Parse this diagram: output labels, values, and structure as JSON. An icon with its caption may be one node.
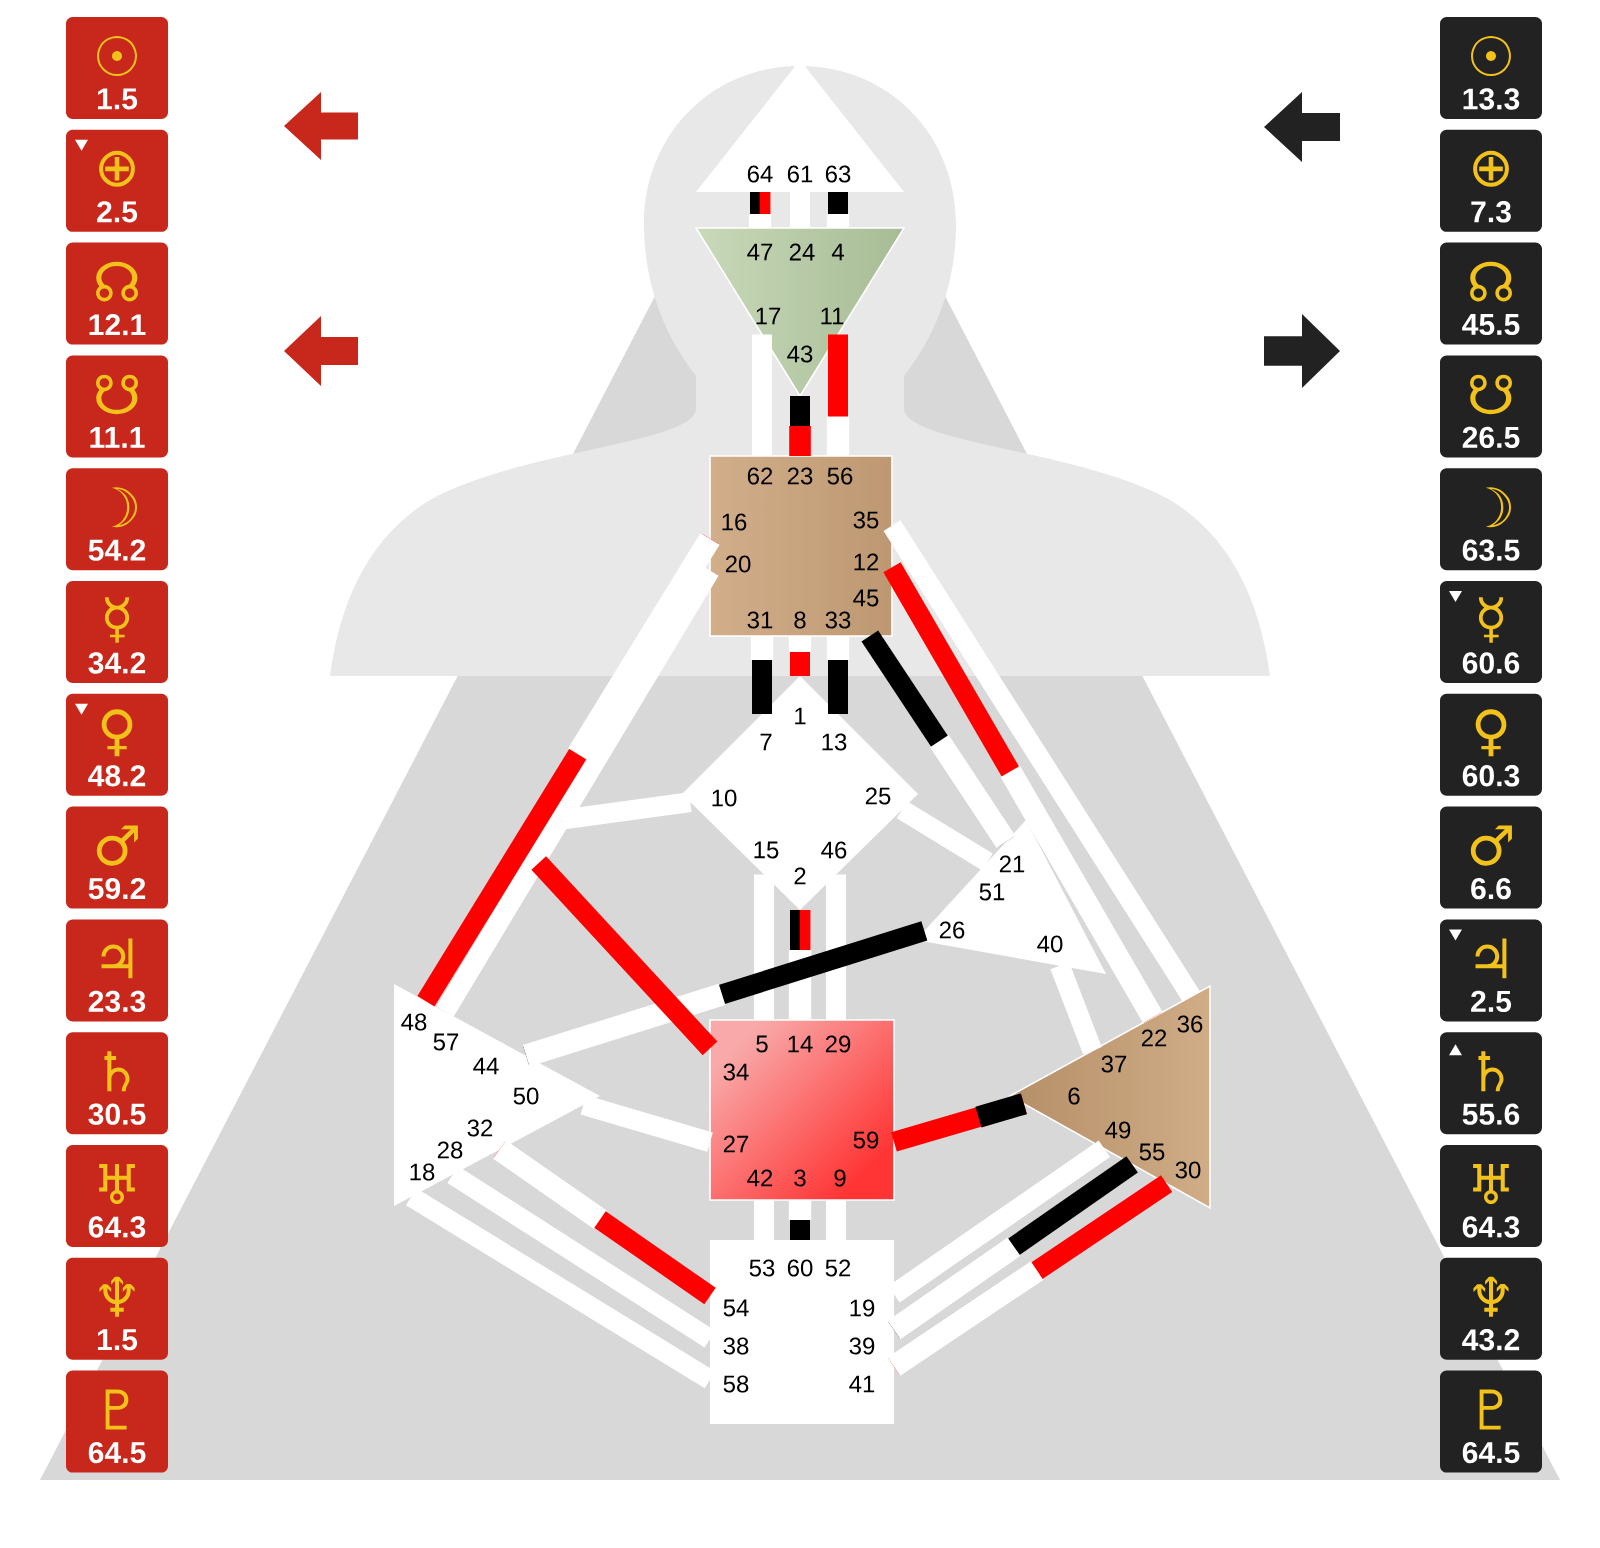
{
  "diagram": {
    "nodes": [
      {
        "text": [
          "☉",
          "1.5"
        ]
      },
      {
        "text": [
          "⊕",
          "2.5"
        ]
      },
      {
        "text": [
          "☊",
          "12.1"
        ]
      },
      {
        "text": [
          "☋",
          "11.1"
        ]
      },
      {
        "text": [
          "☽",
          "54.2"
        ]
      },
      {
        "text": [
          "☿",
          "34.2"
        ]
      },
      {
        "text": [
          "♀",
          "48.2"
        ]
      },
      {
        "text": [
          "♂",
          "59.2"
        ]
      },
      {
        "text": [
          "♃",
          "23.3"
        ]
      },
      {
        "text": [
          "♄",
          "30.5"
        ]
      },
      {
        "text": [
          "♅",
          "64.3"
        ]
      },
      {
        "text": [
          "♆",
          "1.5"
        ]
      },
      {
        "text": [
          "♇",
          "64.5"
        ]
      },
      {
        "text": [
          "64",
          "61",
          "63"
        ]
      },
      {
        "text": [
          "47",
          "24",
          "4",
          "17",
          "11",
          "43"
        ]
      },
      {
        "text": [
          "62",
          "23",
          "56",
          "16",
          "35",
          "20",
          "12",
          "45",
          "31",
          "8",
          "33"
        ]
      },
      {
        "text": [
          "1",
          "7",
          "13",
          "10",
          "25",
          "15",
          "46",
          "2"
        ]
      },
      {
        "text": [
          "21",
          "51",
          "26",
          "40"
        ]
      },
      {
        "text": [
          "48",
          "57",
          "44",
          "50",
          "32",
          "28",
          "18"
        ]
      },
      {
        "text": [
          "5",
          "14",
          "29",
          "34",
          "27",
          "59",
          "42",
          "3",
          "9"
        ]
      },
      {
        "text": [
          "36",
          "22",
          "37",
          "6",
          "49",
          "55",
          "30"
        ]
      },
      {
        "text": [
          "53",
          "60",
          "52",
          "54",
          "19",
          "38",
          "39",
          "58",
          "41"
        ]
      },
      {
        "text": [
          "☉",
          "13.3"
        ]
      },
      {
        "text": [
          "⊕",
          "7.3"
        ]
      },
      {
        "text": [
          "☊",
          "45.5"
        ]
      },
      {
        "text": [
          "☋",
          "26.5"
        ]
      },
      {
        "text": [
          "☽",
          "63.5"
        ]
      },
      {
        "text": [
          "☿",
          "60.6"
        ]
      },
      {
        "text": [
          "♀",
          "60.3"
        ]
      },
      {
        "text": [
          "♂",
          "6.6"
        ]
      },
      {
        "text": [
          "♃",
          "2.5"
        ]
      },
      {
        "text": [
          "♄",
          "55.6"
        ]
      },
      {
        "text": [
          "♅",
          "64.3"
        ]
      },
      {
        "text": [
          "♆",
          "43.2"
        ]
      },
      {
        "text": [
          "♇",
          "64.5"
        ]
      }
    ],
    "edges": [
      {
        "from": 13,
        "to": 14,
        "arrow": "none",
        "color": "#000000"
      },
      {
        "from": 13,
        "to": 14,
        "arrow": "none"
      },
      {
        "from": 13,
        "to": 14,
        "arrow": "none",
        "color": "#000000"
      },
      {
        "from": 14,
        "to": 15,
        "arrow": "none"
      },
      {
        "from": 14,
        "to": 15,
        "arrow": "none",
        "color": "#000000"
      },
      {
        "from": 14,
        "to": 15,
        "arrow": "none",
        "color": "#ff0000"
      },
      {
        "from": 15,
        "to": 16,
        "arrow": "none",
        "color": "#000000"
      },
      {
        "from": 15,
        "to": 16,
        "arrow": "none",
        "color": "#ff0000"
      },
      {
        "from": 15,
        "to": 16,
        "arrow": "none",
        "color": "#000000"
      },
      {
        "from": 15,
        "to": 18,
        "arrow": "none",
        "color": "#ff0000"
      },
      {
        "from": 15,
        "to": 18,
        "arrow": "none"
      },
      {
        "from": 15,
        "to": 19,
        "arrow": "none"
      },
      {
        "from": 15,
        "to": 16,
        "arrow": "none"
      },
      {
        "from": 15,
        "to": 17,
        "arrow": "none",
        "color": "#000000"
      },
      {
        "from": 15,
        "to": 20,
        "arrow": "none",
        "color": "#ff0000"
      },
      {
        "from": 15,
        "to": 20,
        "arrow": "none"
      },
      {
        "from": 16,
        "to": 18,
        "arrow": "none"
      },
      {
        "from": 16,
        "to": 19,
        "arrow": "none",
        "color": "#ff0000"
      },
      {
        "from": 16,
        "to": 17,
        "arrow": "none"
      },
      {
        "from": 16,
        "to": 19,
        "arrow": "none"
      },
      {
        "from": 16,
        "to": 19,
        "arrow": "none",
        "color": "#000000"
      },
      {
        "from": 16,
        "to": 19,
        "arrow": "none"
      },
      {
        "from": 17,
        "to": 18,
        "arrow": "none",
        "color": "#000000"
      },
      {
        "from": 17,
        "to": 20,
        "arrow": "none"
      },
      {
        "from": 18,
        "to": 19,
        "arrow": "none",
        "color": "#ff0000"
      },
      {
        "from": 18,
        "to": 19,
        "arrow": "none"
      },
      {
        "from": 19,
        "to": 20,
        "arrow": "none",
        "color": "#ff0000"
      },
      {
        "from": 19,
        "to": 21,
        "arrow": "none"
      },
      {
        "from": 19,
        "to": 21,
        "arrow": "none",
        "color": "#000000"
      },
      {
        "from": 19,
        "to": 21,
        "arrow": "none"
      },
      {
        "from": 18,
        "to": 21,
        "arrow": "none",
        "color": "#ff0000"
      },
      {
        "from": 18,
        "to": 21,
        "arrow": "none"
      },
      {
        "from": 18,
        "to": 21,
        "arrow": "none"
      },
      {
        "from": 20,
        "to": 21,
        "arrow": "none"
      },
      {
        "from": 20,
        "to": 21,
        "arrow": "none",
        "color": "#000000"
      },
      {
        "from": 20,
        "to": 21,
        "arrow": "none",
        "color": "#ff0000"
      }
    ]
  }
}
